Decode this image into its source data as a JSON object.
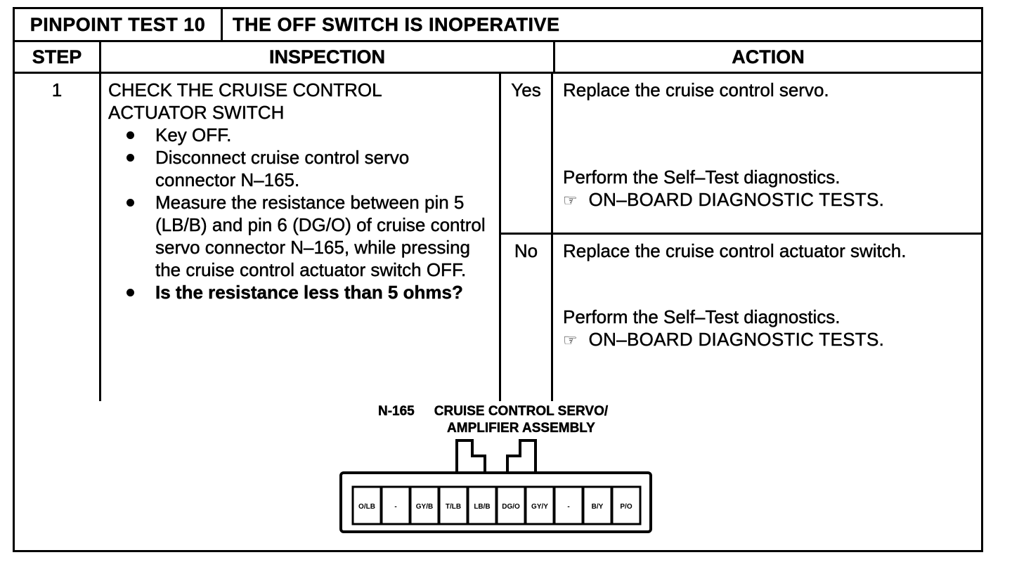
{
  "page": {
    "test_id": "PINPOINT TEST 10",
    "test_title": "THE OFF SWITCH IS INOPERATIVE"
  },
  "columns": {
    "step": "STEP",
    "inspection": "INSPECTION",
    "action": "ACTION"
  },
  "steps": [
    {
      "number": "1",
      "inspection_heading": "CHECK THE CRUISE CONTROL ACTUATOR SWITCH",
      "bullets": [
        "Key OFF.",
        "Disconnect cruise control servo connector N–165.",
        "Measure the resistance between pin 5 (LB/B) and pin 6 (DG/O) of cruise control servo connector N–165, while pressing the cruise control actuator switch OFF.",
        "Is the resistance less than 5 ohms?"
      ],
      "results": [
        {
          "answer": "Yes",
          "primary_action": "Replace the cruise control servo.",
          "secondary_action": "Perform the Self–Test diagnostics.",
          "reference_icon": "☞",
          "reference": "ON–BOARD DIAGNOSTIC TESTS."
        },
        {
          "answer": "No",
          "primary_action": "Replace the cruise control actuator switch.",
          "secondary_action": "Perform the Self–Test diagnostics.",
          "reference_icon": "☞",
          "reference": "ON–BOARD DIAGNOSTIC TESTS."
        }
      ]
    }
  ],
  "diagram": {
    "connector_id": "N-165",
    "connector_name_line1": "CRUISE CONTROL SERVO/",
    "connector_name_line2": "AMPLIFIER ASSEMBLY",
    "pins": [
      "O/LB",
      "-",
      "GY/B",
      "T/LB",
      "LB/B",
      "DG/O",
      "GY/Y",
      "-",
      "B/Y",
      "P/O"
    ]
  },
  "colors": {
    "ink": "#000000",
    "paper": "#ffffff"
  }
}
